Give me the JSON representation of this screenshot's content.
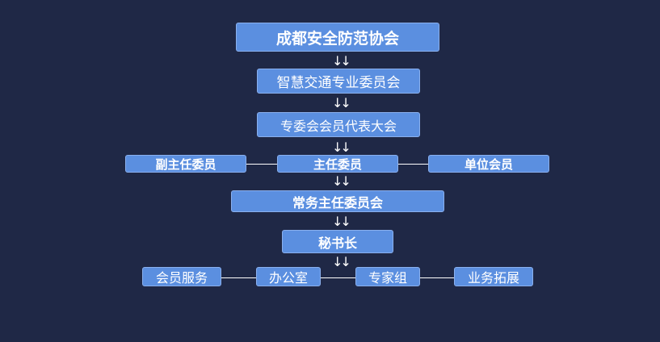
{
  "nodes": {
    "association": "成都安全防范协会",
    "smart_transport": "智慧交通专业委员会",
    "member_congress": "专委会会员代表大会",
    "vice_director": "副主任委员",
    "director": "主任委员",
    "unit_member": "单位会员",
    "standing_committee": "常务主任委员会",
    "secretary_general": "秘书长",
    "member_service": "会员服务",
    "office": "办公室",
    "expert_group": "专家组",
    "business_expansion": "业务拓展"
  },
  "arrow_glyph": "↓↓",
  "colors": {
    "background": "#1f2846",
    "node_fill": "#5b8fe0",
    "node_border": "#8ab0ee",
    "text": "#ffffff"
  }
}
